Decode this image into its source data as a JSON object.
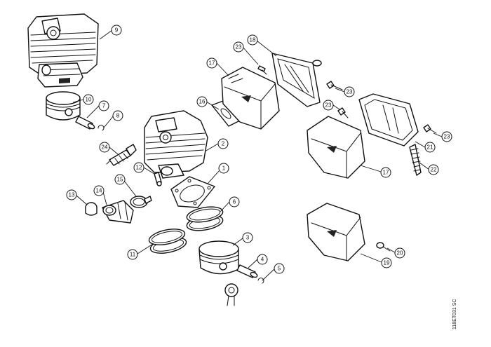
{
  "callouts": [
    {
      "id": "9",
      "label": "9"
    },
    {
      "id": "10",
      "label": "10"
    },
    {
      "id": "7",
      "label": "7"
    },
    {
      "id": "8",
      "label": "8"
    },
    {
      "id": "24",
      "label": "24"
    },
    {
      "id": "12",
      "label": "12"
    },
    {
      "id": "2",
      "label": "2"
    },
    {
      "id": "16",
      "label": "16"
    },
    {
      "id": "17a",
      "label": "17"
    },
    {
      "id": "23a",
      "label": "23"
    },
    {
      "id": "18",
      "label": "18"
    },
    {
      "id": "23b",
      "label": "23"
    },
    {
      "id": "23c",
      "label": "23"
    },
    {
      "id": "21",
      "label": "21"
    },
    {
      "id": "23d",
      "label": "23"
    },
    {
      "id": "22",
      "label": "22"
    },
    {
      "id": "17b",
      "label": "17"
    },
    {
      "id": "1",
      "label": "1"
    },
    {
      "id": "15",
      "label": "15"
    },
    {
      "id": "14",
      "label": "14"
    },
    {
      "id": "13",
      "label": "13"
    },
    {
      "id": "6",
      "label": "6"
    },
    {
      "id": "11",
      "label": "11"
    },
    {
      "id": "3",
      "label": "3"
    },
    {
      "id": "4",
      "label": "4"
    },
    {
      "id": "5",
      "label": "5"
    },
    {
      "id": "20",
      "label": "20"
    },
    {
      "id": "19",
      "label": "19"
    }
  ],
  "reference_code": "118ET031 SC"
}
